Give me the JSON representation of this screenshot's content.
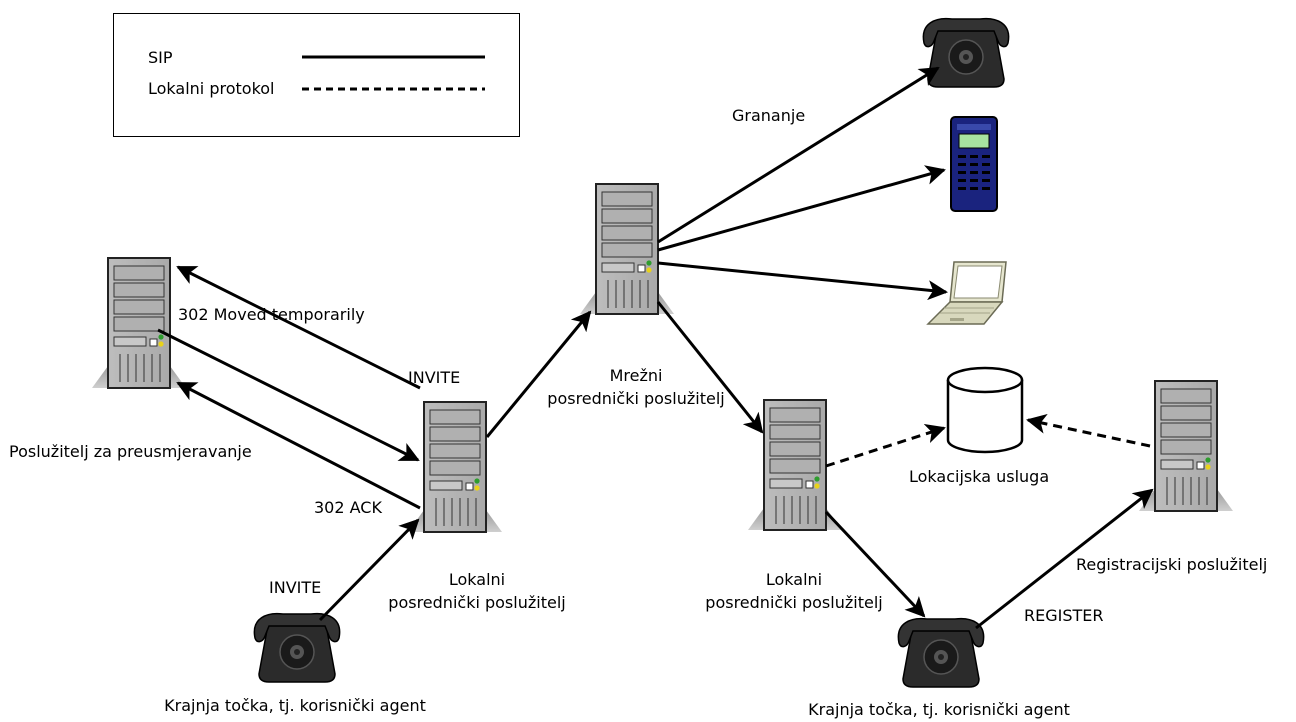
{
  "legend": {
    "sip_label": "SIP",
    "local_label": "Lokalni protokol"
  },
  "labels": {
    "redirect_server": "Poslužitelj za preusmjeravanje",
    "moved_temporarily": "302 Moved temporarily",
    "invite_top": "INVITE",
    "ack": "302 ACK",
    "invite_bottom": "INVITE",
    "local_proxy_left_line1": "Lokalni",
    "local_proxy_left_line2": "posrednički poslužitelj",
    "network_proxy_line1": "Mrežni",
    "network_proxy_line2": "posrednički poslužitelj",
    "forking": "Grananje",
    "location_service": "Lokacijska usluga",
    "registrar": "Registracijski poslužitelj",
    "register": "REGISTER",
    "local_proxy_right_line1": "Lokalni",
    "local_proxy_right_line2": "posrednički poslužitelj",
    "endpoint_left": "Krajnja točka, tj. korisnički agent",
    "endpoint_right": "Krajnja točka, tj. korisnički agent"
  }
}
